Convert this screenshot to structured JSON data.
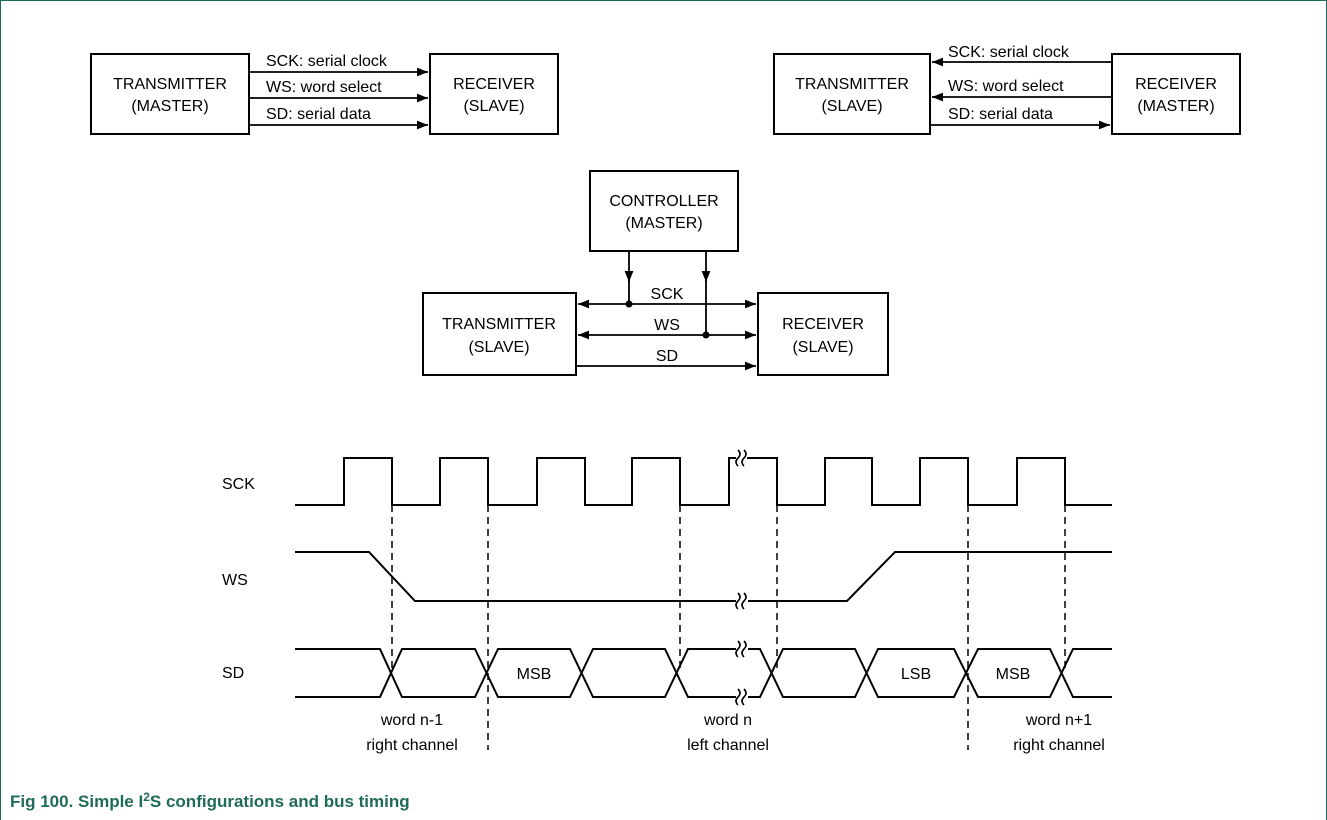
{
  "config_master_tx": {
    "transmitter": [
      "TRANSMITTER",
      "(MASTER)"
    ],
    "receiver": [
      "RECEIVER",
      "(SLAVE)"
    ],
    "signals": [
      "SCK: serial clock",
      "WS: word select",
      "SD: serial data"
    ]
  },
  "config_master_rx": {
    "transmitter": [
      "TRANSMITTER",
      "(SLAVE)"
    ],
    "receiver": [
      "RECEIVER",
      "(MASTER)"
    ],
    "signals": [
      "SCK: serial clock",
      "WS: word select",
      "SD: serial data"
    ]
  },
  "config_controller": {
    "controller": [
      "CONTROLLER",
      "(MASTER)"
    ],
    "transmitter": [
      "TRANSMITTER",
      "(SLAVE)"
    ],
    "receiver": [
      "RECEIVER",
      "(SLAVE)"
    ],
    "signals": [
      "SCK",
      "WS",
      "SD"
    ]
  },
  "timing": {
    "signals": [
      "SCK",
      "WS",
      "SD"
    ],
    "data_labels": [
      "MSB",
      "LSB",
      "MSB"
    ],
    "words": [
      [
        "word n-1",
        "right channel"
      ],
      [
        "word n",
        "left channel"
      ],
      [
        "word n+1",
        "right channel"
      ]
    ]
  },
  "caption": {
    "prefix": "Fig 100. Simple I",
    "superscript": "2",
    "suffix": "S configurations and bus timing"
  }
}
